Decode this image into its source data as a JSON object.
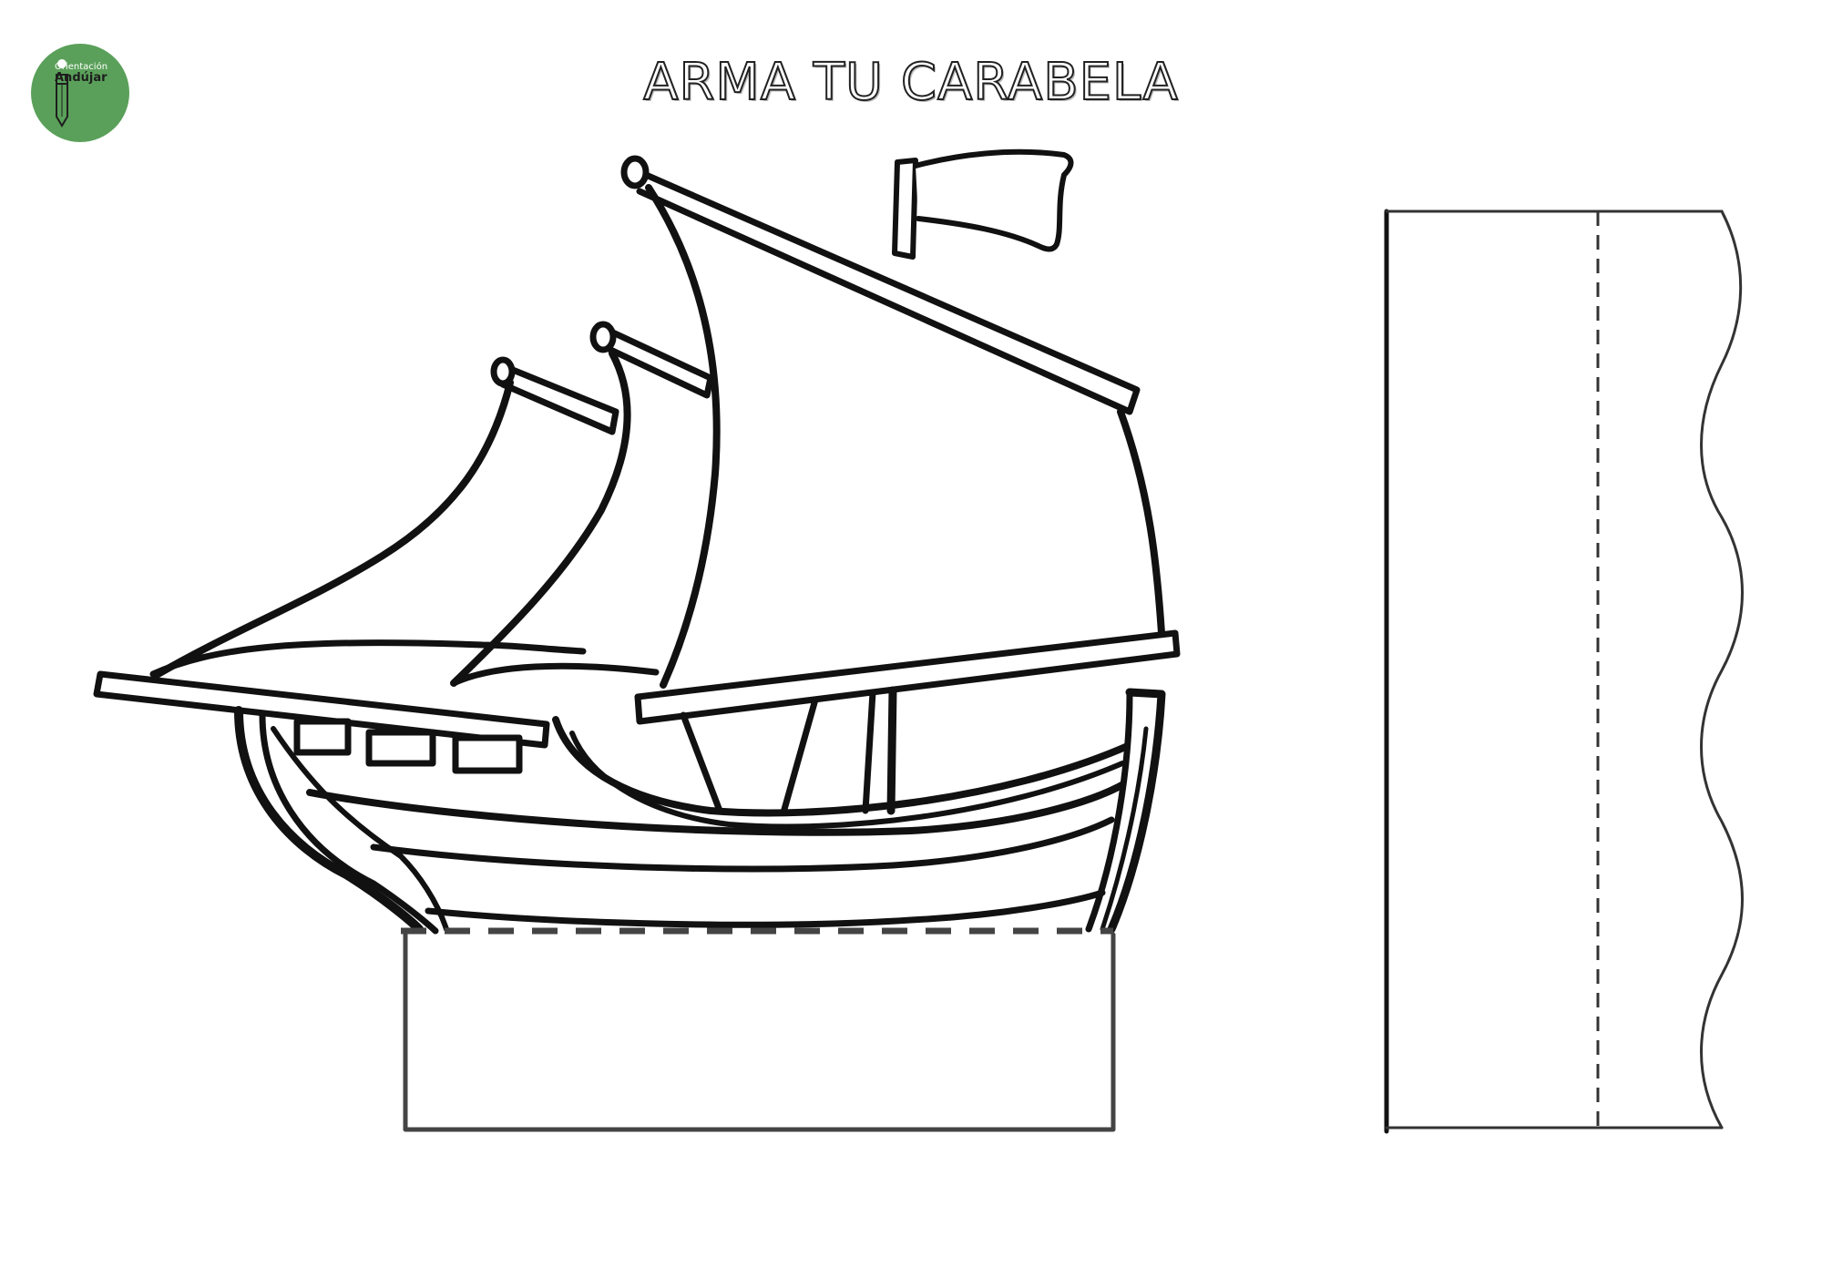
{
  "logo": {
    "top_text": "Orientación",
    "main_text": "Andújar",
    "color": "#5aa05a",
    "icon": "pencil-icon"
  },
  "title": "ARMA TU CARABELA",
  "colors": {
    "ink": "#111111",
    "dash": "#444444",
    "background": "#ffffff"
  }
}
